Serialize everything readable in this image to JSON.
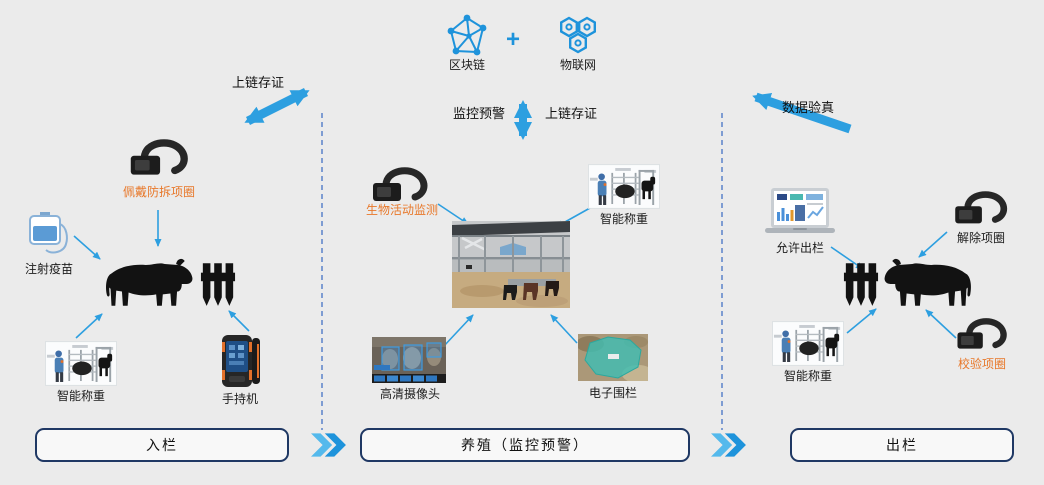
{
  "top": {
    "blockchain": "区块链",
    "plus": "+",
    "iot": "物联网"
  },
  "arrows": {
    "left_diag": "上链存证",
    "center_left": "监控预警",
    "center_right": "上链存证",
    "right_diag": "数据验真"
  },
  "left": {
    "collar": "佩戴防拆项圈",
    "vaccine": "注射疫苗",
    "weigh": "智能称重",
    "handheld": "手持机",
    "stage": "入栏"
  },
  "center": {
    "bio": "生物活动监测",
    "weigh": "智能称重",
    "camera": "高清摄像头",
    "efence": "电子围栏",
    "stage": "养殖（监控预警）"
  },
  "right": {
    "allow": "允许出栏",
    "remove": "解除项圈",
    "weigh": "智能称重",
    "verify": "校验项圈",
    "stage": "出栏"
  },
  "colors": {
    "accent_blue": "#2d9fe0",
    "chevron_light": "#54b9ec",
    "chevron_dark": "#1e93db",
    "navy_border": "#1f3864",
    "orange_text": "#e8782a",
    "dashed_line": "#4472c4"
  }
}
